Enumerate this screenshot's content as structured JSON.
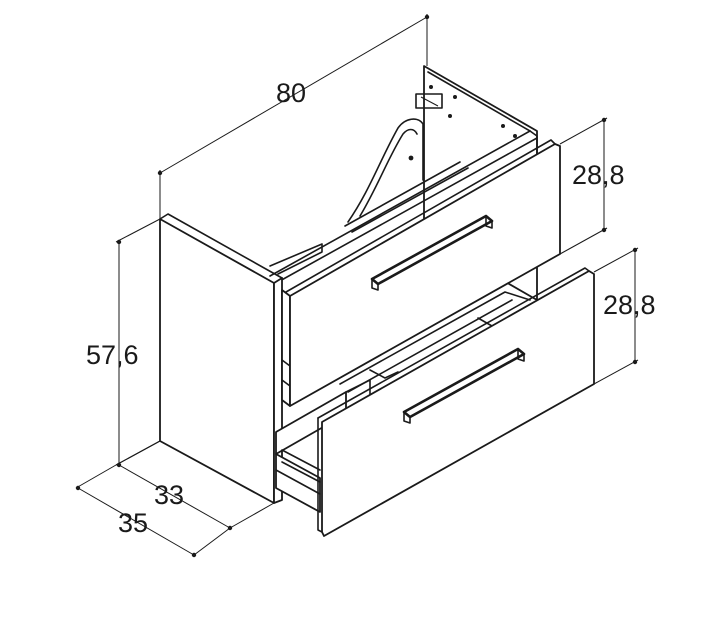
{
  "dimensions": {
    "width": "80",
    "height": "57,6",
    "top_drawer_height": "28,8",
    "bottom_drawer_height": "28,8",
    "inner_depth": "33",
    "outer_depth": "35"
  }
}
